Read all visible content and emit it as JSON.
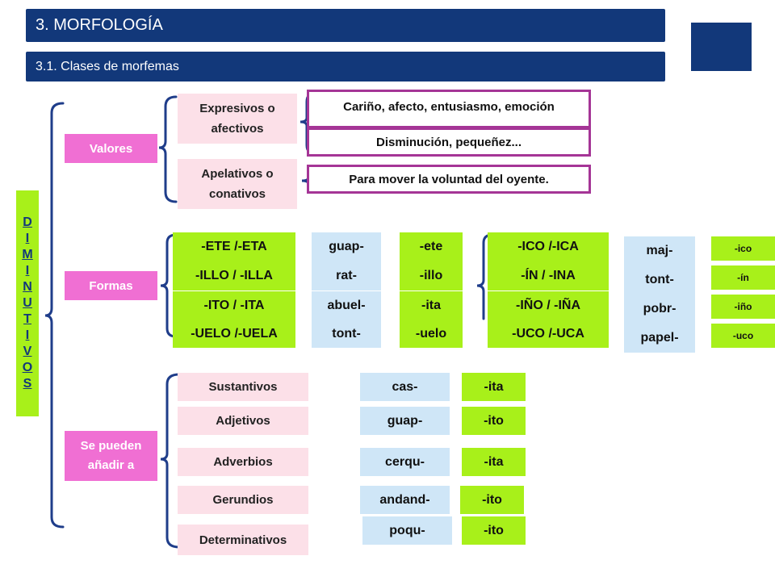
{
  "header": {
    "title": "3. MORFOLOGÍA",
    "subtitle": "3.1. Clases de morfemas"
  },
  "root": {
    "letters": [
      "D",
      "I",
      "M",
      "I",
      "N",
      "U",
      "T",
      "I",
      "V",
      "O",
      "S"
    ]
  },
  "valores": {
    "label": "Valores",
    "expresivos": "Expresivos o afectivos",
    "expresivos_values": [
      "Cariño, afecto, entusiasmo, emoción",
      "Disminución, pequeñez..."
    ],
    "apelativos": "Apelativos o conativos",
    "apelativos_value": "Para mover la voluntad del oyente."
  },
  "formas": {
    "label": "Formas",
    "group1_suffixes": [
      "-ETE /-ETA",
      "-ILLO / -ILLA",
      "-ITO / -ITA",
      "-UELO /-UELA"
    ],
    "group1_roots": [
      "guap-",
      "rat-",
      "abuel-",
      "tont-"
    ],
    "group1_endings": [
      "-ete",
      "-illo",
      "-ita",
      "-uelo"
    ],
    "group2_suffixes": [
      "-ICO /-ICA",
      "-ÍN / -INA",
      "-IÑO / -IÑA",
      "-UCO /-UCA"
    ],
    "group2_roots": [
      "maj-",
      "tont-",
      "pobr-",
      "papel-"
    ],
    "group2_endings": [
      "-ico",
      "-ín",
      "-iño",
      "-uco"
    ]
  },
  "anadir": {
    "label": "Se pueden añadir a",
    "categories": [
      "Sustantivos",
      "Adjetivos",
      "Adverbios",
      "Gerundios",
      "Determinativos"
    ],
    "roots": [
      "cas-",
      "guap-",
      "cerqu-",
      "andand-",
      "poqu-"
    ],
    "endings": [
      "-ita",
      "-ito",
      "-ita",
      "-ito",
      "-ito"
    ]
  },
  "colors": {
    "header": "#12387a",
    "pink_button": "#f06fd3",
    "pink_box": "#fce0e8",
    "outline": "#a53596",
    "green": "#a8f01a",
    "light_blue": "#cfe6f7",
    "bracket": "#1f3d8a"
  }
}
